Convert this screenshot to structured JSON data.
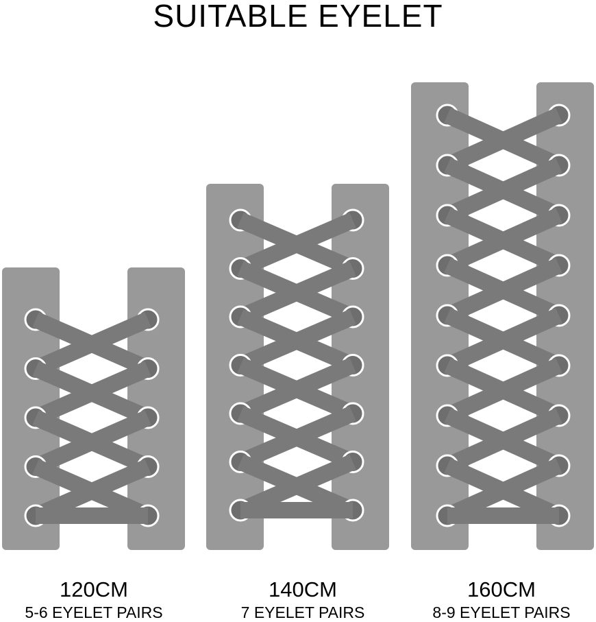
{
  "title": "SUITABLE EYELET",
  "colors": {
    "panel": "#999999",
    "lace": "#7a7a7a",
    "eyelet_ring": "#ffffff",
    "eyelet_fill": "#6e6e6e"
  },
  "items": [
    {
      "length": "120CM",
      "pairs_label": "5-6 EYELET PAIRS",
      "eyelet_rows": 5
    },
    {
      "length": "140CM",
      "pairs_label": "7 EYELET PAIRS",
      "eyelet_rows": 7
    },
    {
      "length": "160CM",
      "pairs_label": "8-9 EYELET PAIRS",
      "eyelet_rows": 9
    }
  ]
}
